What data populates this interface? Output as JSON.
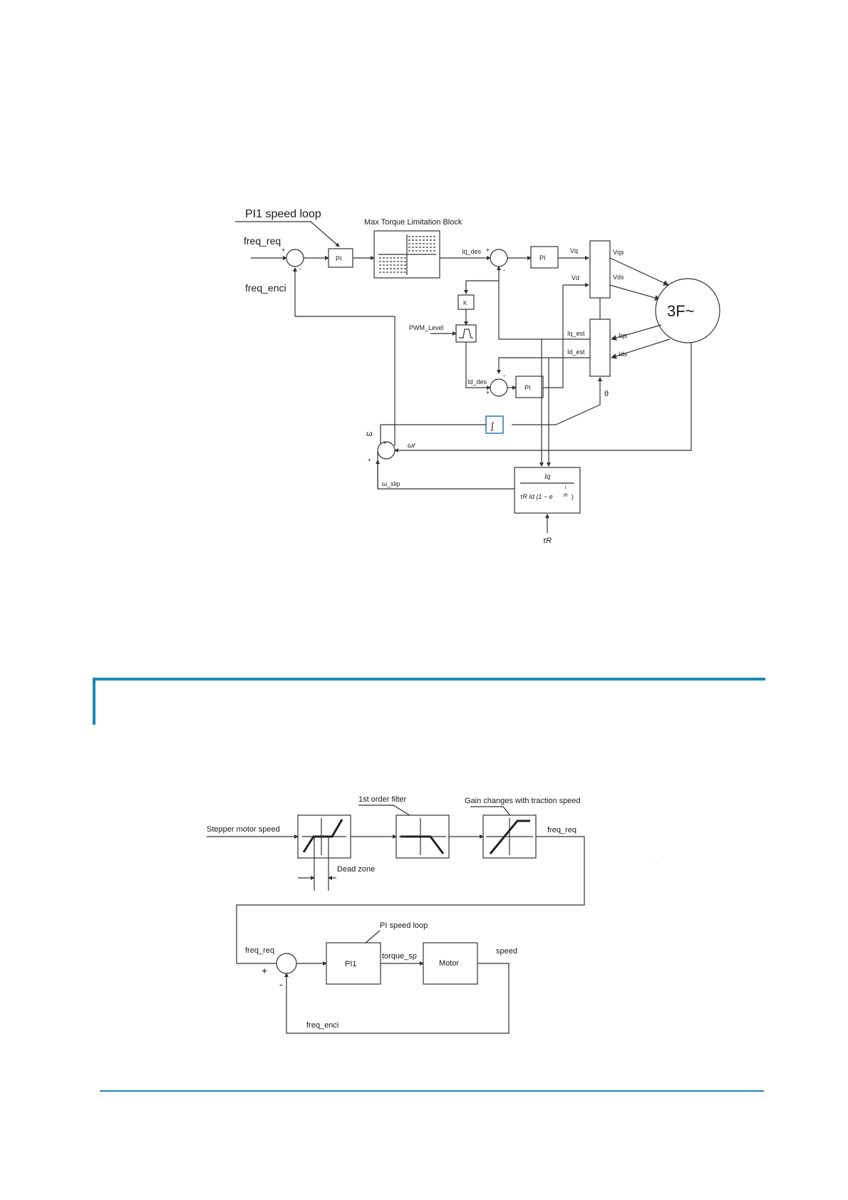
{
  "colors": {
    "accent": "#1a8ab7",
    "line": "#333333",
    "j_block": "#1a6fb0"
  },
  "diagram1": {
    "title": "PI1 speed loop",
    "max_torque": "Max Torque Limitation Block",
    "freq_req": "freq_req",
    "freq_enci": "freq_enci",
    "pi": "PI",
    "iq_des": "Iq_des",
    "id_des": "Id_des",
    "vq": "Vq",
    "vd": "Vd",
    "vqs": "Vqs",
    "vds": "Vds",
    "motor": "3F~",
    "iq_est": "Iq_est",
    "id_est": "Id_est",
    "iqs": "Iqs",
    "ids": "Ids",
    "theta": "θ",
    "k": "K",
    "pwm_level": "PWM_Level",
    "integrator": "∫",
    "omega": "ω",
    "omega_r": "ωr",
    "omega_slip": "ω_slip",
    "plus": "+",
    "minus": "-",
    "formula_num": "Iq",
    "formula_den": "τR Id (1 − e",
    "formula_exp_num": "t",
    "formula_exp_den": "τR",
    "formula_close": ")",
    "tau_r": "τR"
  },
  "diagram2": {
    "stepper_speed": "Stepper motor speed",
    "dead_zone": "Dead zone",
    "first_order_filter": "1st order filter",
    "gain_changes": "Gain changes with traction speed",
    "freq_req_top": "freq_req",
    "pi_speed_loop": "PI speed loop",
    "freq_req": "freq_req",
    "pi1": "PI1",
    "torque_sp": "torque_sp",
    "motor": "Motor",
    "speed": "speed",
    "freq_enci": "freq_enci",
    "plus": "+",
    "minus": "-"
  }
}
